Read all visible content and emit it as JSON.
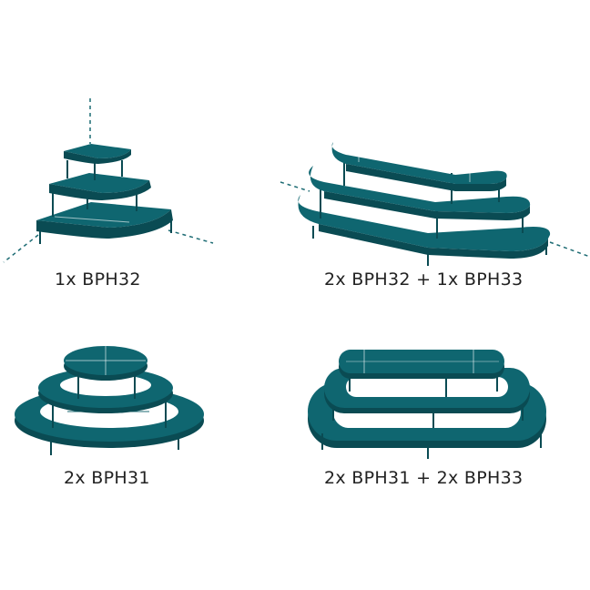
{
  "colors": {
    "teal": "#0f6670",
    "teal_dark": "#0a4b53",
    "teal_light": "#2a8a94",
    "line": "#1c6b73"
  },
  "configurations": [
    {
      "label": "1x BPH32",
      "shape": "quarter-circle-corner"
    },
    {
      "label": "2x BPH32 + 1x BPH33",
      "shape": "half-oval-wall"
    },
    {
      "label": "2x BPH31",
      "shape": "full-circle"
    },
    {
      "label": "2x BPH31 + 2x BPH33",
      "shape": "full-oval"
    }
  ]
}
